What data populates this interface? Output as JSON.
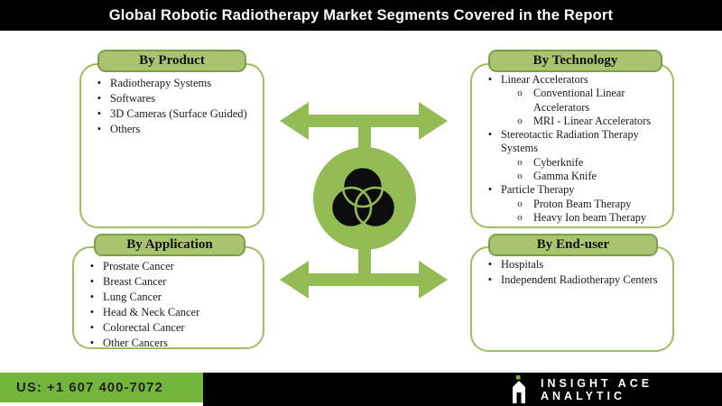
{
  "title": "Global Robotic Radiotherapy Market Segments Covered in the Report",
  "colors": {
    "badge_fill": "#a9c46e",
    "badge_border": "#7f9f47",
    "box_border": "#9dbf61",
    "center_green": "#93bc55",
    "footer_green": "#72b63e",
    "header_bg": "#000000",
    "title_color": "#ffffff"
  },
  "boxes": {
    "product": {
      "label": "By Product",
      "items": [
        {
          "level": 1,
          "text": "Radiotherapy Systems"
        },
        {
          "level": 1,
          "text": "Softwares"
        },
        {
          "level": 1,
          "text": "3D Cameras (Surface Guided)"
        },
        {
          "level": 1,
          "text": "Others"
        }
      ]
    },
    "technology": {
      "label": "By Technology",
      "items": [
        {
          "level": 1,
          "text": "Linear Accelerators"
        },
        {
          "level": 2,
          "text": "Conventional Linear Accelerators"
        },
        {
          "level": 2,
          "text": "MRI - Linear Accelerators"
        },
        {
          "level": 1,
          "text": "Stereotactic Radiation Therapy Systems"
        },
        {
          "level": 2,
          "text": "Cyberknife"
        },
        {
          "level": 2,
          "text": "Gamma Knife"
        },
        {
          "level": 1,
          "text": "Particle Therapy"
        },
        {
          "level": 2,
          "text": "Proton Beam Therapy"
        },
        {
          "level": 2,
          "text": "Heavy Ion beam Therapy"
        }
      ]
    },
    "application": {
      "label": "By Application",
      "items": [
        {
          "level": 1,
          "text": "Prostate Cancer"
        },
        {
          "level": 1,
          "text": "Breast Cancer"
        },
        {
          "level": 1,
          "text": "Lung Cancer"
        },
        {
          "level": 1,
          "text": "Head & Neck Cancer"
        },
        {
          "level": 1,
          "text": "Colorectal Cancer"
        },
        {
          "level": 1,
          "text": "Other Cancers"
        }
      ]
    },
    "end_user": {
      "label": "By  End-user",
      "items": [
        {
          "level": 1,
          "text": "Hospitals"
        },
        {
          "level": 1,
          "text": "Independent Radiotherapy Centers"
        }
      ]
    }
  },
  "markers": {
    "level1": "•",
    "level2": "o"
  },
  "footer": {
    "phone": "US: +1 607 400-7072",
    "brand": "INSIGHT ACE ANALYTIC"
  }
}
